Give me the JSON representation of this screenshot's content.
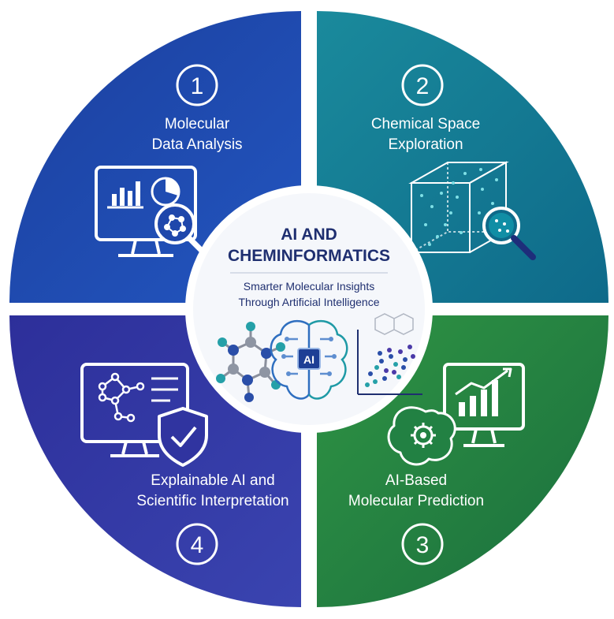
{
  "center": {
    "title_line1": "AI AND",
    "title_line2": "CHEMINFORMATICS",
    "subtitle_line1": "Smarter Molecular Insights",
    "subtitle_line2": "Through Artificial Intelligence",
    "chip_label": "AI"
  },
  "quadrants": [
    {
      "number": "1",
      "title_line1": "Molecular",
      "title_line2": "Data Analysis",
      "color": "#1f47ab",
      "icon": "monitor-chart-magnifier-icon"
    },
    {
      "number": "2",
      "title_line1": "Chemical Space",
      "title_line2": "Exploration",
      "color": "#14768f",
      "icon": "cube-magnifier-icon"
    },
    {
      "number": "3",
      "title_line1": "AI-Based",
      "title_line2": "Molecular Prediction",
      "color": "#228143",
      "icon": "brain-gear-monitor-icon"
    },
    {
      "number": "4",
      "title_line1": "Explainable AI and",
      "title_line2": "Scientific Interpretation",
      "color": "#3034a0",
      "icon": "monitor-shield-icon"
    }
  ]
}
